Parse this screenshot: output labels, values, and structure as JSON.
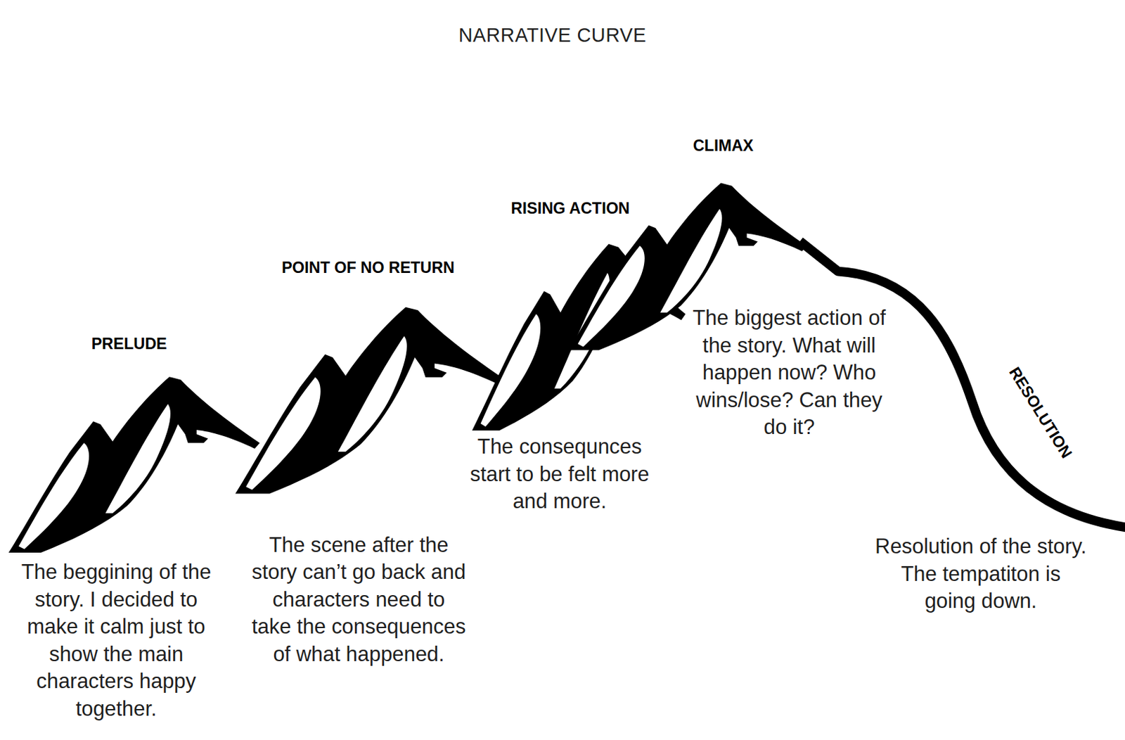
{
  "diagram": {
    "title": "NARRATIVE CURVE",
    "labels": [
      "PRELUDE",
      "The beggining of the story. I decided to make it calm just to show the main characters happy together.",
      "POINT OF NO RETURN",
      "The scene after the story can’t go back and characters need to take the consequences of what happened.",
      "RISING ACTION",
      "The consequnces start to be felt more and more.",
      "CLIMAX",
      "The biggest action of the story. What will happen now? Who wins/lose? Can they do it?",
      "RESOLUTION",
      "Resolution of the story. The tempatiton is going down."
    ]
  }
}
